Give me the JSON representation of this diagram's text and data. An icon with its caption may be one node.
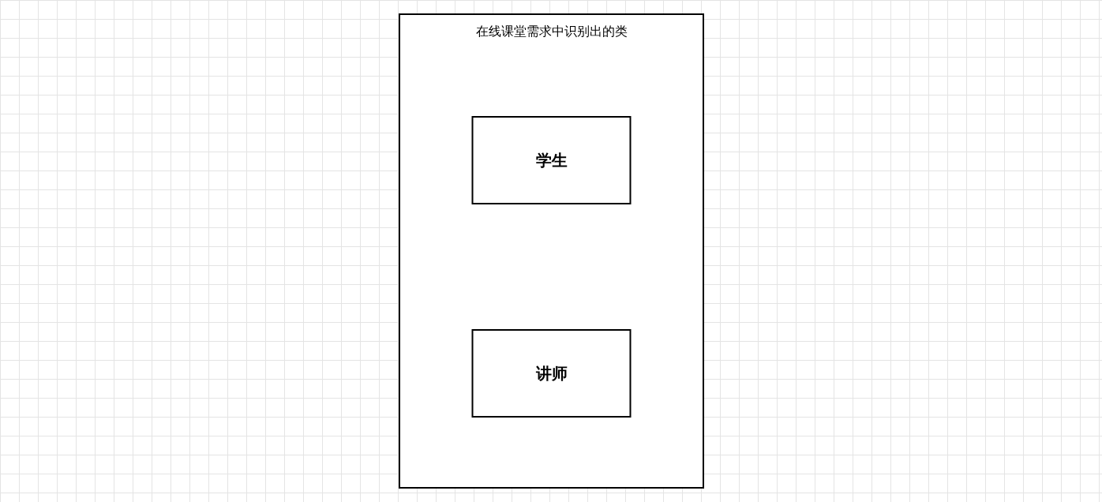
{
  "diagram": {
    "nodes": [
      {
        "text": [
          "在线课堂需求中识别出的类"
        ]
      },
      {
        "text": [
          "学生"
        ],
        "in": 0
      },
      {
        "text": [
          "讲师"
        ],
        "in": 0
      }
    ]
  }
}
